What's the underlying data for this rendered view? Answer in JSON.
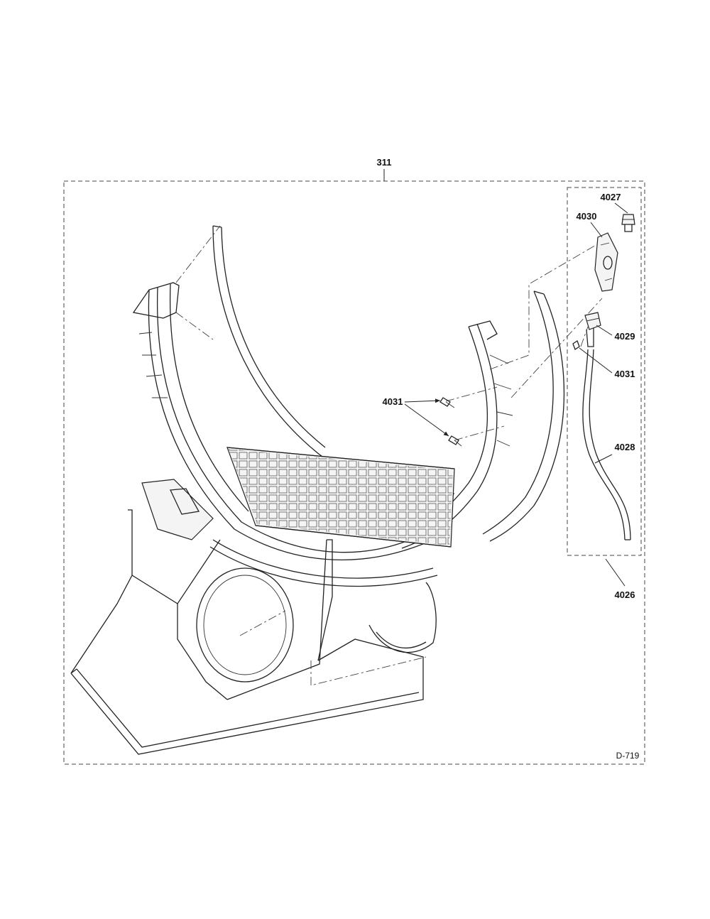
{
  "diagram": {
    "assembly_callout": "311",
    "subassembly_callout": "4026",
    "drawing_code": "D-719",
    "callouts": {
      "c4027": "4027",
      "c4030": "4030",
      "c4029": "4029",
      "c4031_right": "4031",
      "c4028": "4028",
      "c4031_center": "4031"
    }
  }
}
